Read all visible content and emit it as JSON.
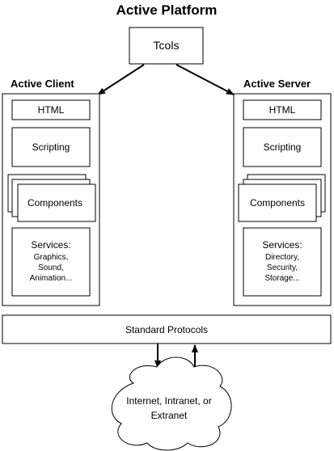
{
  "title": "Active Platform",
  "tools": "Tcols",
  "client": {
    "title": "Active Client",
    "html": "HTML",
    "scripting": "Scripting",
    "components": "Components",
    "services_title": "Services:",
    "services_lines": [
      "Graphics,",
      "Sound,",
      "Animation..."
    ]
  },
  "server": {
    "title": "Active Server",
    "html": "HTML",
    "scripting": "Scripting",
    "components": "Components",
    "services_title": "Services:",
    "services_lines": [
      "Directory,",
      "Security,",
      "Storage..."
    ]
  },
  "protocols": "Standard Protocols",
  "network_lines": [
    "Internet, Intranet, or",
    "Extranet"
  ]
}
